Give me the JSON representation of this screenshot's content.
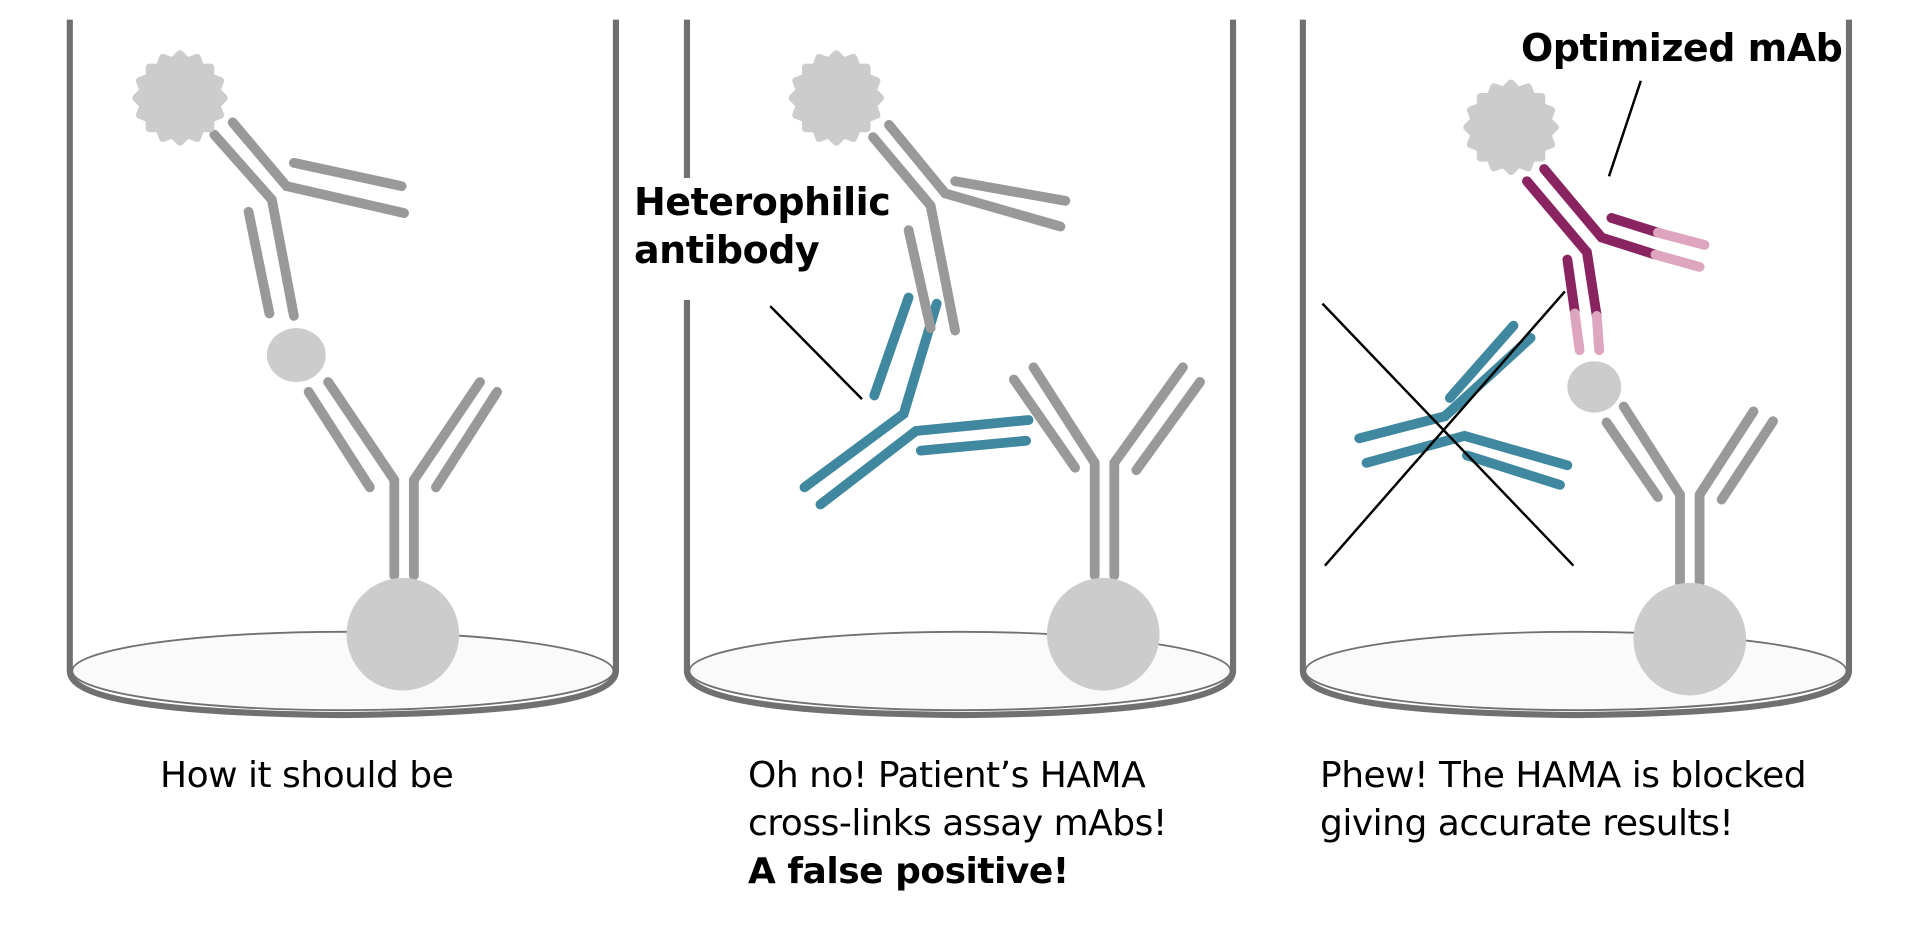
{
  "figure": {
    "colors": {
      "wall": "#707070",
      "antibody_grey": "#999999",
      "antigen_grey": "#cccccc",
      "heterophilic_teal": "#3f889f",
      "optimized_dark": "#8a2460",
      "optimized_light": "#dea6be",
      "well_floor": "#fafafa",
      "pointer_line": "#000000"
    },
    "panels": [
      {
        "id": "normal",
        "caption_lines": [
          "How it should be"
        ],
        "caption_bold": ""
      },
      {
        "id": "false-positive",
        "label": [
          "Heterophilic",
          "antibody"
        ],
        "caption_lines": [
          "Oh no! Patient’s HAMA",
          "cross-links assay mAbs!"
        ],
        "caption_bold": "A false positive!"
      },
      {
        "id": "blocked",
        "label": [
          "Optimized mAb"
        ],
        "caption_lines": [
          "Phew! The HAMA is blocked",
          "giving accurate results!"
        ],
        "caption_bold": ""
      }
    ]
  }
}
